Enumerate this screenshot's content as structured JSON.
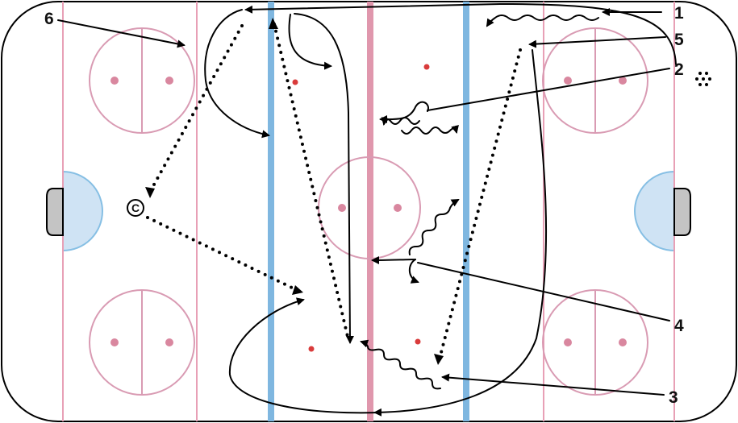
{
  "diagram": {
    "colors": {
      "board": "#000000",
      "goal_line": "#e8a0b6",
      "blue_line": "#7fb7e0",
      "red_line": "#e097ad",
      "circle": "#d99bb3",
      "dot": "#d9879f",
      "center_dot": "#d93b3b",
      "crease_fill": "#cfe3f4",
      "crease_stroke": "#86bfe4",
      "net_fill": "#c4c4c4",
      "path": "#000000"
    },
    "step_labels": [
      "1",
      "2",
      "3",
      "4",
      "5",
      "6"
    ],
    "coach_symbol": "C",
    "icons": [
      "pucks-icon",
      "coach-icon"
    ]
  }
}
